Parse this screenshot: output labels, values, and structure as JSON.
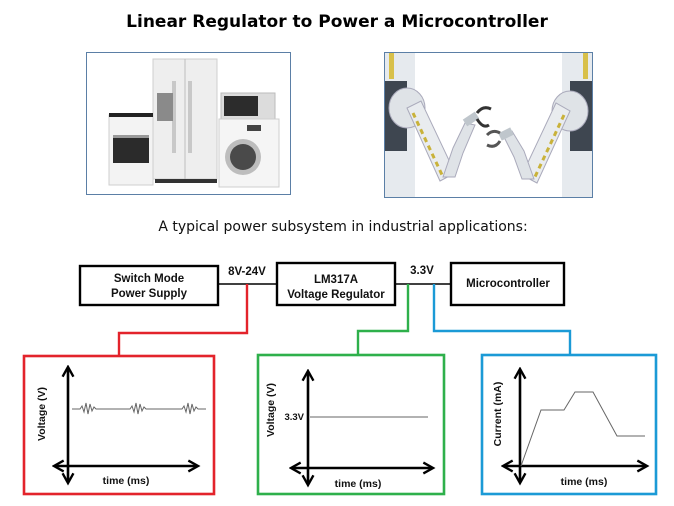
{
  "title": "Linear Regulator to Power a Microcontroller",
  "images": {
    "left": {
      "alt": "home appliances: stove, refrigerator, microwave, washing machine"
    },
    "right": {
      "alt": "two industrial robotic arms with grippers"
    }
  },
  "subtitle": "A typical power subsystem in industrial  applications:",
  "blocks": {
    "smps": {
      "line1": "Switch Mode",
      "line2": "Power Supply"
    },
    "regulator": {
      "line1": "LM317A",
      "line2": "Voltage Regulator"
    },
    "mcu": {
      "line1": "Microcontroller"
    }
  },
  "wire_labels": {
    "input": "8V-24V",
    "output": "3.3V"
  },
  "colors": {
    "red": "#e3232b",
    "green": "#2eb04b",
    "blue": "#1b9ad6",
    "black": "#000000",
    "trace": "#666666"
  },
  "panels": {
    "input_voltage": {
      "ylabel": "Voltage (V)",
      "xlabel": "time (ms)",
      "description": "noisy voltage with periodic ripple spikes"
    },
    "regulated_voltage": {
      "ylabel": "Voltage (V)",
      "xlabel": "time (ms)",
      "level_label": "3.3V"
    },
    "current": {
      "ylabel": "Current (mA)",
      "xlabel": "time (ms)"
    }
  }
}
